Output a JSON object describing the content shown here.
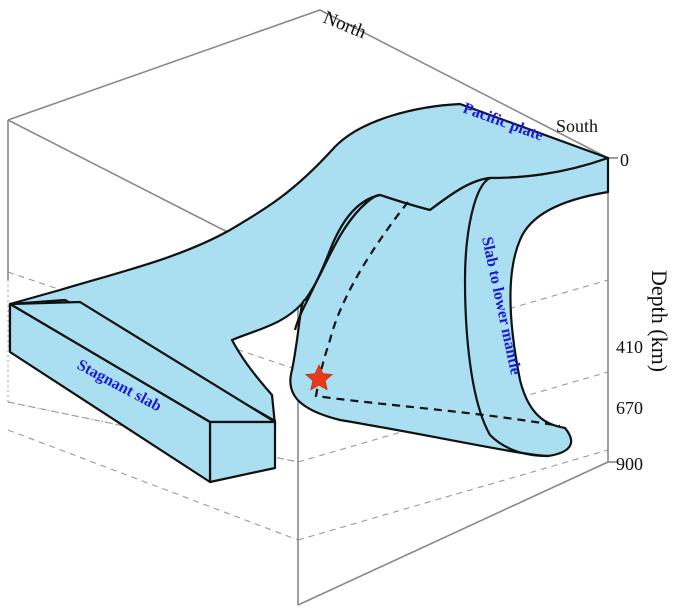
{
  "labels": {
    "north": "North",
    "south": "South",
    "pacific_plate": "Pacific plate",
    "slab_to_lower_mantle": "Slab to lower mantle",
    "stagnant_slab": "Stagnant slab",
    "depth_axis": "Depth (km)"
  },
  "depth_ticks": [
    "0",
    "410",
    "670",
    "900"
  ],
  "colors": {
    "slab_fill": "#a9dff0",
    "label_blue": "#1a1ad6",
    "star": "#e8391d"
  },
  "icons": {
    "event": "star-icon"
  }
}
